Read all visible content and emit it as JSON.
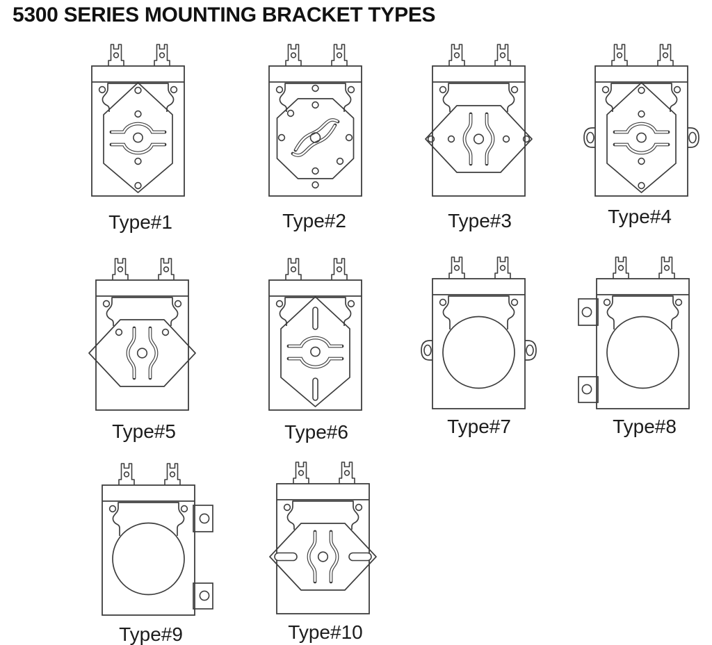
{
  "title": "5300 SERIES MOUNTING BRACKET TYPES",
  "colors": {
    "line": "#3d3d3d",
    "text": "#1c1c1c",
    "background": "#ffffff"
  },
  "diagram": {
    "units": [
      {
        "label": "Type#1",
        "drawing": "diamond-plate-bracket"
      },
      {
        "label": "Type#2",
        "drawing": "octagon-plate-bracket"
      },
      {
        "label": "Type#3",
        "drawing": "hex-wing-holes-bracket"
      },
      {
        "label": "Type#4",
        "drawing": "diamond-plate-side-ears-bracket"
      },
      {
        "label": "Type#5",
        "drawing": "hex-wing-plain-bracket"
      },
      {
        "label": "Type#6",
        "drawing": "diamond-plate-slots-bracket"
      },
      {
        "label": "Type#7",
        "drawing": "round-can-side-ears-bracket"
      },
      {
        "label": "Type#8",
        "drawing": "round-can-left-tabs-bracket"
      },
      {
        "label": "Type#9",
        "drawing": "round-can-right-tabs-bracket"
      },
      {
        "label": "Type#10",
        "drawing": "hex-wing-oval-slots-bracket"
      }
    ]
  }
}
